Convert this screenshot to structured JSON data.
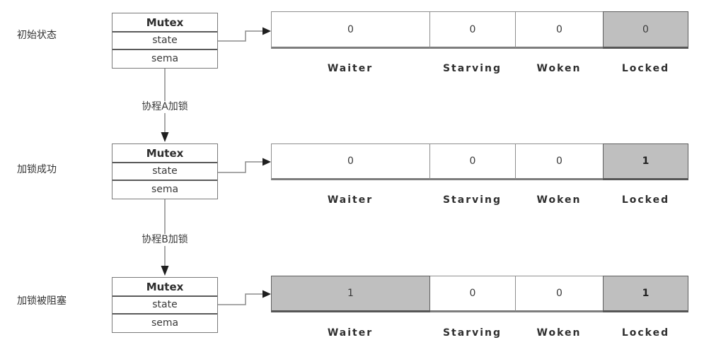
{
  "mutex_box": {
    "title": "Mutex",
    "fields": [
      "state",
      "sema"
    ]
  },
  "bit_labels": [
    "Waiter",
    "Starving",
    "Woken",
    "Locked"
  ],
  "stages": [
    {
      "label": "初始状态",
      "bits": [
        {
          "value": "0",
          "highlighted": false,
          "bold": false
        },
        {
          "value": "0",
          "highlighted": false,
          "bold": false
        },
        {
          "value": "0",
          "highlighted": false,
          "bold": false
        },
        {
          "value": "0",
          "highlighted": true,
          "bold": false
        }
      ]
    },
    {
      "label": "加锁成功",
      "bits": [
        {
          "value": "0",
          "highlighted": false,
          "bold": false
        },
        {
          "value": "0",
          "highlighted": false,
          "bold": false
        },
        {
          "value": "0",
          "highlighted": false,
          "bold": false
        },
        {
          "value": "1",
          "highlighted": true,
          "bold": true
        }
      ]
    },
    {
      "label": "加锁被阻塞",
      "bits": [
        {
          "value": "1",
          "highlighted": true,
          "bold": false
        },
        {
          "value": "0",
          "highlighted": false,
          "bold": false
        },
        {
          "value": "0",
          "highlighted": false,
          "bold": false
        },
        {
          "value": "1",
          "highlighted": true,
          "bold": true
        }
      ]
    }
  ],
  "transitions": [
    {
      "label": "协程A加锁"
    },
    {
      "label": "协程B加锁"
    }
  ],
  "colors": {
    "highlight_fill": "#bfbfbf",
    "cell_fill": "#ffffff",
    "line": "#8c8c8c",
    "arrowhead": "#1f1f1f",
    "text": "#333333"
  }
}
